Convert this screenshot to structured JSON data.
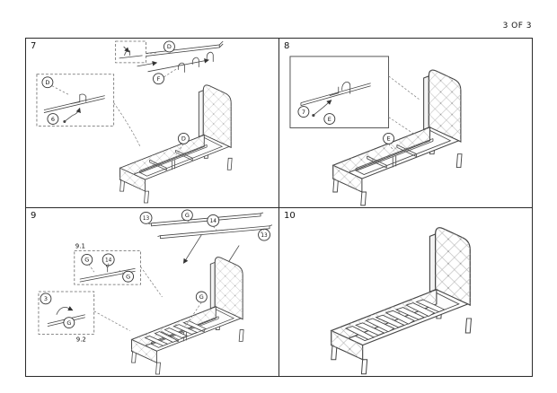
{
  "page": {
    "indicator": "3 OF 3"
  },
  "panels": {
    "p7": {
      "number": "7",
      "labels": {
        "d": "D",
        "f": "F",
        "n6": "6"
      }
    },
    "p8": {
      "number": "8",
      "labels": {
        "e": "E",
        "n7": "7"
      }
    },
    "p9": {
      "number": "9",
      "labels": {
        "g": "G",
        "n13": "13",
        "n14": "14",
        "n3": "3",
        "fig_a": "9.1",
        "fig_b": "9.2"
      }
    },
    "p10": {
      "number": "10"
    }
  }
}
